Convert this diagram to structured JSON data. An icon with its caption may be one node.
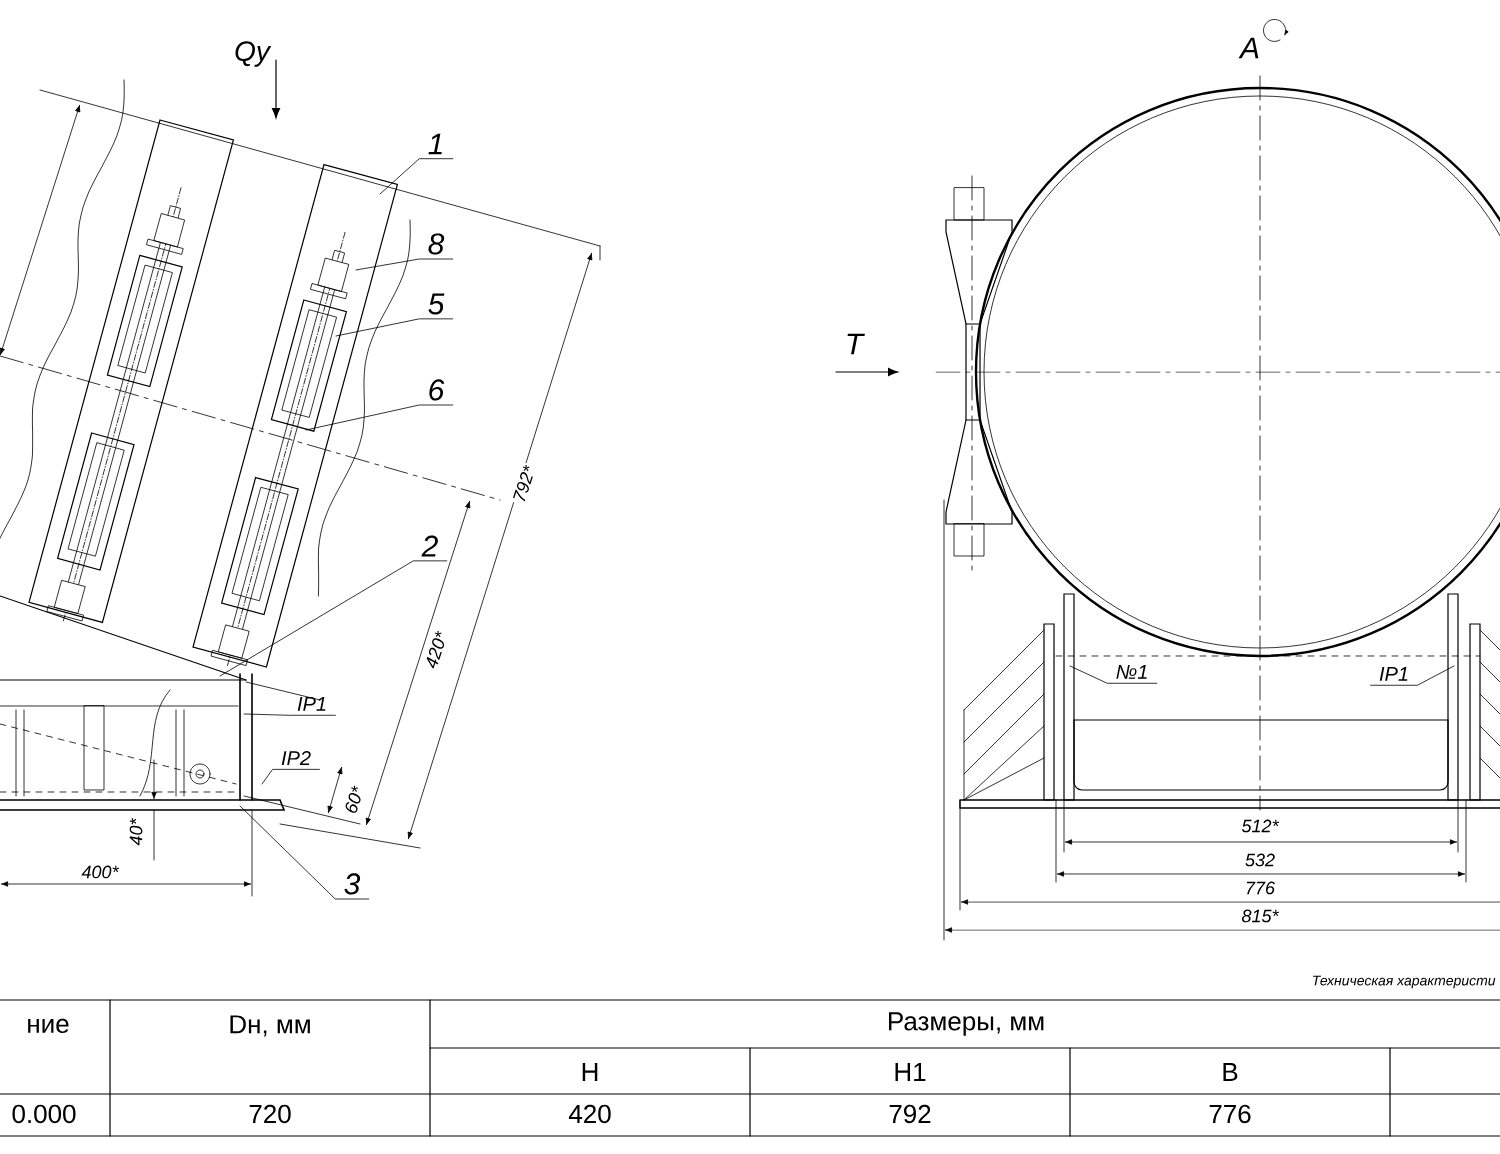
{
  "diagram": {
    "nodes": [
      {
        "text": [
          "1"
        ]
      },
      {
        "text": [
          "8"
        ]
      },
      {
        "text": [
          "5"
        ]
      },
      {
        "text": [
          "6"
        ]
      },
      {
        "text": [
          "2"
        ]
      },
      {
        "text": [
          "IP1"
        ]
      },
      {
        "text": [
          "IP2"
        ]
      },
      {
        "text": [
          "3"
        ]
      },
      {
        "text": [
          "№1"
        ]
      },
      {
        "text": [
          "IP1"
        ]
      }
    ],
    "edges": [
      {
        "from": 0,
        "to": null,
        "arrow": "none"
      },
      {
        "from": 1,
        "to": null,
        "arrow": "none"
      },
      {
        "from": 2,
        "to": null,
        "arrow": "none"
      },
      {
        "from": 3,
        "to": null,
        "arrow": "none"
      },
      {
        "from": 4,
        "to": null,
        "arrow": "none"
      },
      {
        "from": 5,
        "to": null,
        "arrow": "none"
      },
      {
        "from": 6,
        "to": null,
        "arrow": "none"
      },
      {
        "from": 7,
        "to": null,
        "arrow": "none"
      },
      {
        "from": 8,
        "to": null,
        "arrow": "none"
      },
      {
        "from": 9,
        "to": null,
        "arrow": "none"
      }
    ],
    "labels": [
      "Qy",
      "792*",
      "420*",
      "60*",
      "40*",
      "400*",
      "A",
      "T",
      "512*",
      "532",
      "776",
      "815*",
      "Техническая характеристи",
      "ние",
      "Dн, мм",
      "Размеры, мм",
      "H",
      "H1",
      "B",
      "0.000",
      "720",
      "420",
      "792",
      "776"
    ]
  }
}
